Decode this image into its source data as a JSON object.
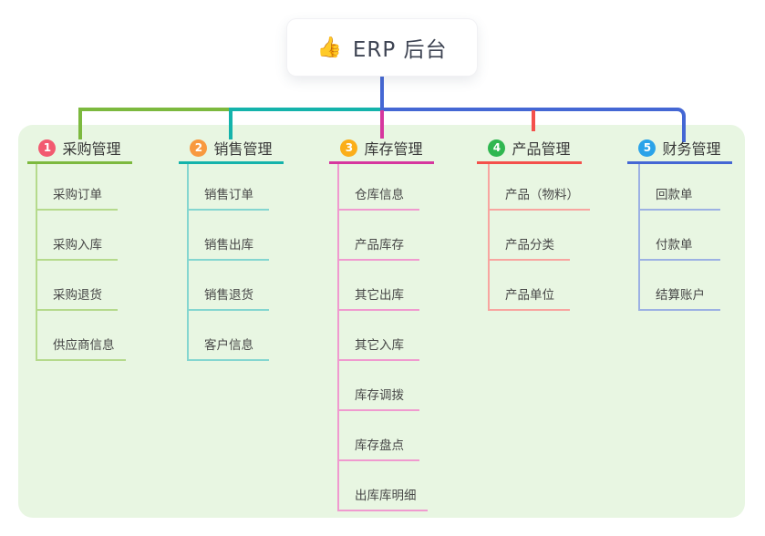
{
  "root": {
    "icon_glyph": "👍",
    "label": "ERP 后台"
  },
  "palette": {
    "page_bg": "#ffffff",
    "panel_bg": "#e8f6e2",
    "root_connector": "#4467d4",
    "text_dark": "#383838",
    "text_child": "#474747"
  },
  "branches": [
    {
      "badge": "1",
      "label": "采购管理",
      "badge_color": "#f25a70",
      "line_color": "#7cb93e",
      "child_line_color": "#b5da8c",
      "children": [
        "采购订单",
        "采购入库",
        "采购退货",
        "供应商信息"
      ]
    },
    {
      "badge": "2",
      "label": "销售管理",
      "badge_color": "#f8993f",
      "line_color": "#14b3ab",
      "child_line_color": "#84d6d0",
      "children": [
        "销售订单",
        "销售出库",
        "销售退货",
        "客户信息"
      ]
    },
    {
      "badge": "3",
      "label": "库存管理",
      "badge_color": "#fbae19",
      "line_color": "#d6379e",
      "child_line_color": "#f09acf",
      "children": [
        "仓库信息",
        "产品库存",
        "其它出库",
        "其它入库",
        "库存调拨",
        "库存盘点",
        "出库库明细"
      ]
    },
    {
      "badge": "4",
      "label": "产品管理",
      "badge_color": "#2fb750",
      "line_color": "#f4504b",
      "child_line_color": "#f8a5a0",
      "children": [
        "产品（物料）",
        "产品分类",
        "产品单位"
      ]
    },
    {
      "badge": "5",
      "label": "财务管理",
      "badge_color": "#2ba3e9",
      "line_color": "#4467d4",
      "child_line_color": "#9cb1e3",
      "children": [
        "回款单",
        "付款单",
        "结算账户"
      ]
    }
  ]
}
